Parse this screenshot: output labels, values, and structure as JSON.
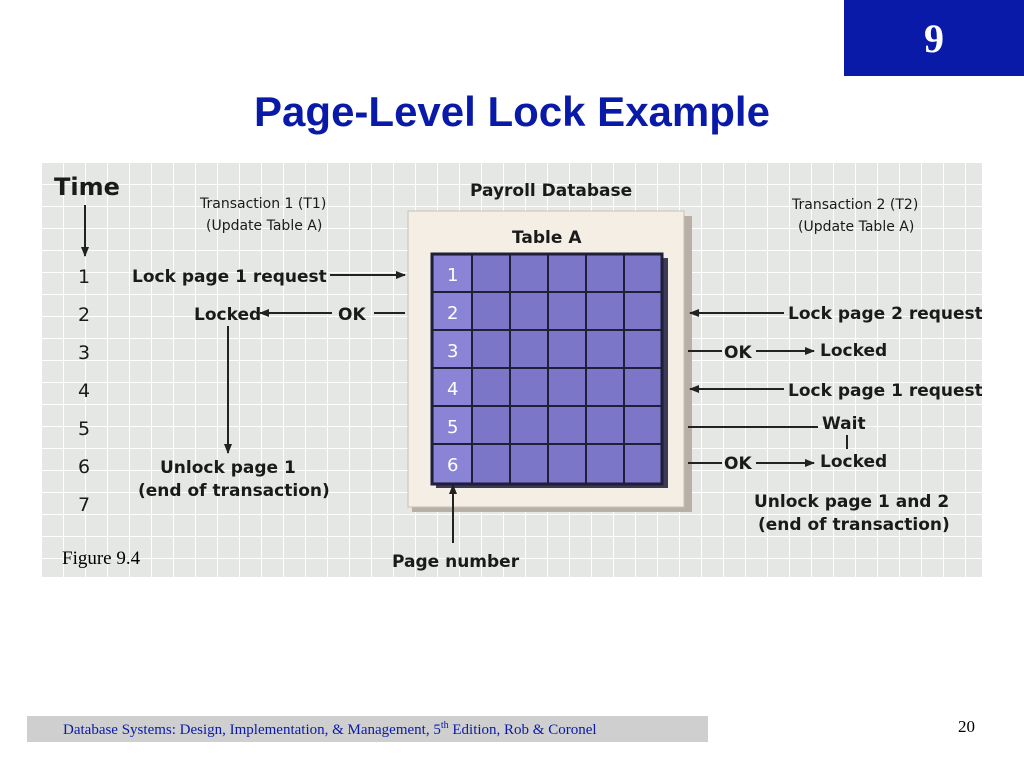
{
  "slide": {
    "chapter_number": "9",
    "title": "Page-Level Lock Example",
    "page_number": "20",
    "footer": {
      "pre": "Database Systems: Design, Implementation, & Management, 5",
      "sup": "th",
      "post": " Edition, Rob & Coronel"
    }
  },
  "figure": {
    "caption": "Figure 9.4",
    "time_label": "Time",
    "times": [
      "1",
      "2",
      "3",
      "4",
      "5",
      "6",
      "7"
    ],
    "t1_header": [
      "Transaction 1 (T1)",
      "(Update Table A)"
    ],
    "t2_header": [
      "Transaction 2 (T2)",
      "(Update Table A)"
    ],
    "database_title": "Payroll Database",
    "table_title": "Table A",
    "page_numbers": [
      "1",
      "2",
      "3",
      "4",
      "5",
      "6"
    ],
    "page_number_label": "Page number",
    "t1": {
      "lock_request": "Lock page 1 request",
      "locked": "Locked",
      "ok": "OK",
      "unlock": [
        "Unlock page 1",
        "(end of transaction)"
      ]
    },
    "t2": {
      "lock_page2_request": "Lock page 2 request",
      "ok_1": "OK",
      "locked_1": "Locked",
      "lock_page1_request": "Lock page 1 request",
      "wait": "Wait",
      "ok_2": "OK",
      "locked_2": "Locked",
      "unlock": [
        "Unlock page 1 and 2",
        "(end of transaction)"
      ]
    },
    "colors": {
      "grid_cell": "#7c76c8",
      "page_cell": "#8a84d6",
      "grid_line": "#1f1f3a",
      "db_box": "#f5eee4",
      "figure_bg": "#e4e7e3"
    }
  }
}
